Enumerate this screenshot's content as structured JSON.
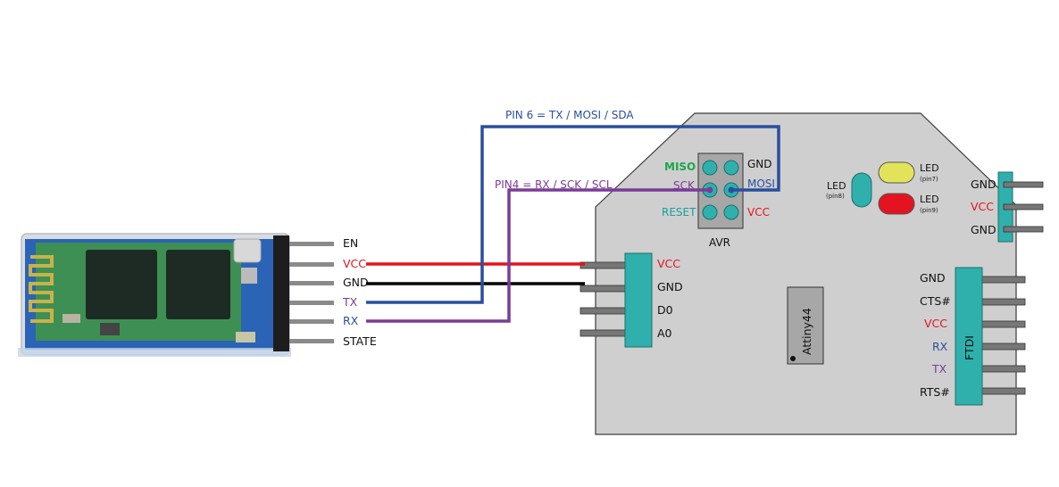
{
  "colors": {
    "vcc": "#e3141f",
    "gnd": "#000000",
    "tx_mosi": "#2a4f9e",
    "rx_sck": "#7a3c96",
    "header_teal": "#2fb0ad",
    "miso_green": "#1aa84b",
    "reset_teal": "#1b9ea0",
    "board_gray": "#cfcfcf",
    "led_yellow": "#e3e35a",
    "led_red": "#e3141f"
  },
  "wires": {
    "mosi_label": "PIN 6 = TX / MOSI / SDA",
    "sck_label": "PIN4 = RX / SCK / SCL"
  },
  "bt_module": {
    "pins": [
      "EN",
      "VCC",
      "GND",
      "TX",
      "RX",
      "STATE"
    ]
  },
  "avr": {
    "label": "AVR",
    "miso": "MISO",
    "sck": "SCK",
    "reset": "RESET",
    "gnd": "GND",
    "mosi": "MOSI",
    "vcc": "VCC"
  },
  "left_header": {
    "pins": [
      "VCC",
      "GND",
      "D0",
      "A0"
    ]
  },
  "chip": {
    "label": "Attiny44"
  },
  "leds": {
    "led_pin8": {
      "label": "LED",
      "sub": "(pin8)"
    },
    "led_pin7": {
      "label": "LED",
      "sub": "(pin7)"
    },
    "led_pin9": {
      "label": "LED",
      "sub": "(pin9)"
    }
  },
  "right_header": {
    "pins": [
      "GND",
      "VCC",
      "GND"
    ]
  },
  "ftdi": {
    "label": "FTDI",
    "pins": [
      "GND",
      "CTS#",
      "VCC",
      "RX",
      "TX",
      "RTS#"
    ]
  }
}
